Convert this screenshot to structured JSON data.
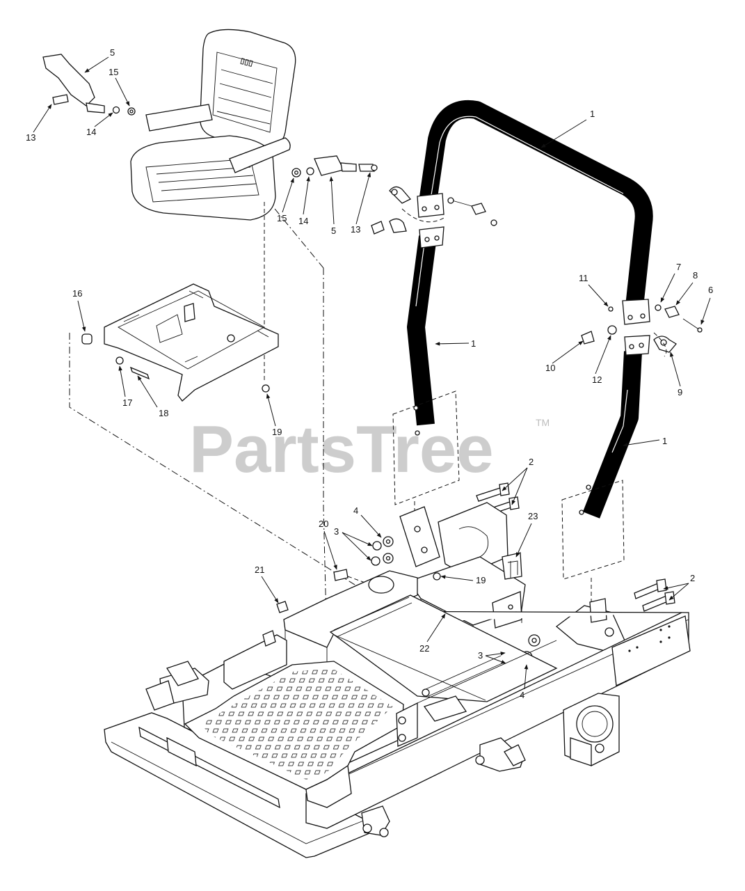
{
  "watermark": {
    "text": "PartsTree",
    "trademark": "TM"
  },
  "callouts": [
    "1",
    "1",
    "1",
    "2",
    "2",
    "3",
    "3",
    "4",
    "4",
    "5",
    "5",
    "6",
    "7",
    "8",
    "9",
    "10",
    "11",
    "12",
    "13",
    "13",
    "14",
    "14",
    "15",
    "15",
    "16",
    "17",
    "18",
    "19",
    "19",
    "20",
    "21",
    "22",
    "23"
  ],
  "colors": {
    "ink": "#111111",
    "watermark": "#bdbdbd",
    "background": "#ffffff"
  }
}
